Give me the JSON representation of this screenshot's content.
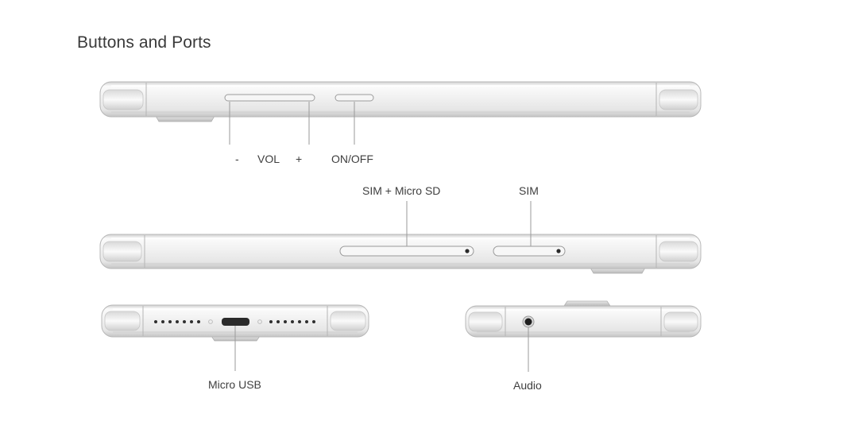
{
  "title": "Buttons and Ports",
  "labels": {
    "vol_minus": "-",
    "vol": "VOL",
    "vol_plus": "+",
    "on_off": "ON/OFF",
    "sim_micro_sd": "SIM + Micro SD",
    "sim": "SIM",
    "micro_usb": "Micro USB",
    "audio": "Audio"
  },
  "colors": {
    "text": "#3f3f3f",
    "body_light": "#f4f4f4",
    "body_edge": "#bdbdbd",
    "leader_line": "#9a9a9a"
  }
}
